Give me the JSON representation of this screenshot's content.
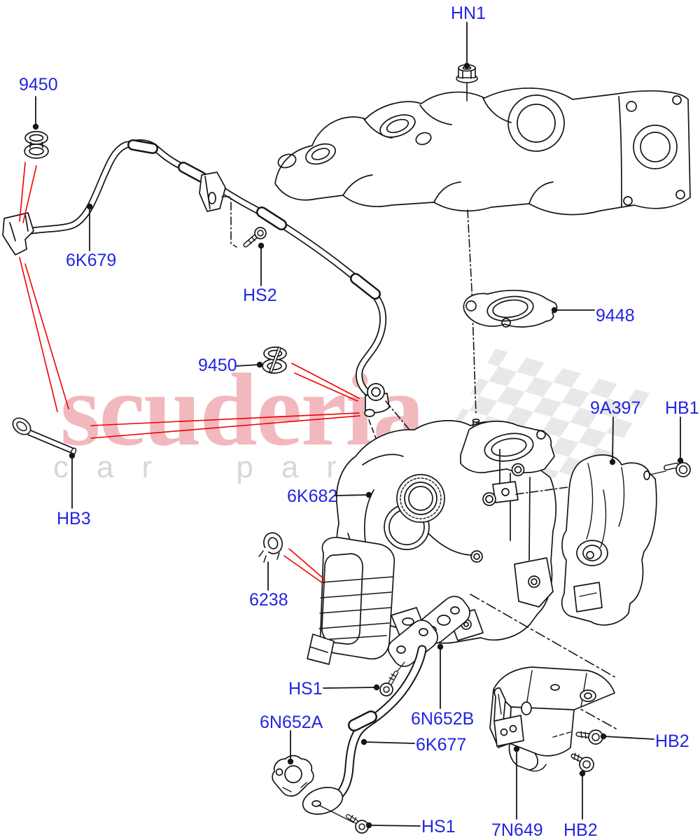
{
  "watermark": {
    "brand": "scuderia",
    "subtitle": "car parts"
  },
  "colors": {
    "label_blue": "#2226e0",
    "callout_red": "#f20000",
    "line_black": "#161616",
    "watermark_pink": "#efacb2",
    "watermark_gray": "#d7d7d7",
    "checker_gray": "#e8e8e8",
    "background": "#ffffff"
  },
  "labels": [
    {
      "id": "9450-top",
      "text": "9450"
    },
    {
      "id": "hn1",
      "text": "HN1"
    },
    {
      "id": "6k679",
      "text": "6K679"
    },
    {
      "id": "hs2",
      "text": "HS2"
    },
    {
      "id": "9448",
      "text": "9448"
    },
    {
      "id": "9450-mid",
      "text": "9450"
    },
    {
      "id": "9a397",
      "text": "9A397"
    },
    {
      "id": "hb1",
      "text": "HB1"
    },
    {
      "id": "hb3",
      "text": "HB3"
    },
    {
      "id": "6k682",
      "text": "6K682"
    },
    {
      "id": "6238",
      "text": "6238"
    },
    {
      "id": "hs1-upper",
      "text": "HS1"
    },
    {
      "id": "6n652a",
      "text": "6N652A"
    },
    {
      "id": "6n652b",
      "text": "6N652B"
    },
    {
      "id": "6k677",
      "text": "6K677"
    },
    {
      "id": "hs1-lower",
      "text": "HS1"
    },
    {
      "id": "7n649",
      "text": "7N649"
    },
    {
      "id": "hb2-right",
      "text": "HB2"
    },
    {
      "id": "hb2-bottom",
      "text": "HB2"
    }
  ]
}
